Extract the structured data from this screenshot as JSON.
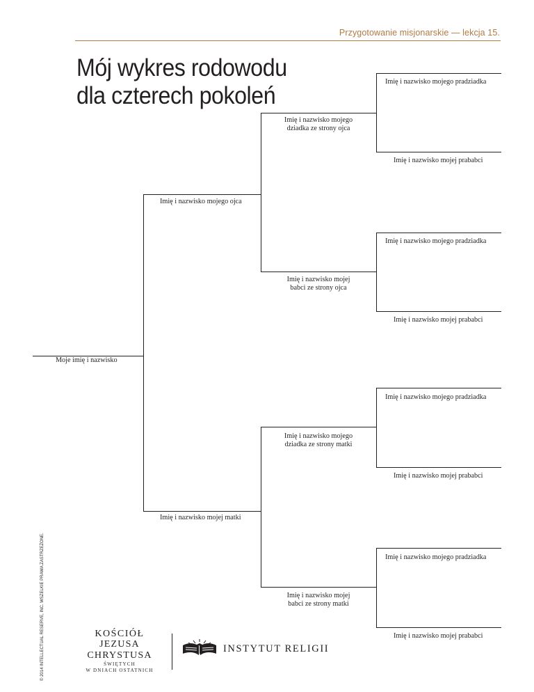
{
  "header": {
    "lesson": "Przygotowanie misjonarskie — lekcja 15."
  },
  "title": {
    "line1": "Mój wykres rodowodu",
    "line2": "dla czterech pokoleń"
  },
  "chart": {
    "self": "Moje imię i nazwisko",
    "father": "Imię i nazwisko mojego ojca",
    "mother": "Imię i nazwisko mojej matki",
    "paternal_grandfather": [
      "Imię i nazwisko mojego",
      "dziadka ze strony ojca"
    ],
    "paternal_grandmother": [
      "Imię i nazwisko mojej",
      "babci ze strony ojca"
    ],
    "maternal_grandfather": [
      "Imię i nazwisko mojego",
      "dziadka ze strony matki"
    ],
    "maternal_grandmother": [
      "Imię i nazwisko mojej",
      "babci ze strony matki"
    ],
    "great_grandparents": [
      "Imię i nazwisko mojego pradziadka",
      "Imię i nazwisko mojej prababci",
      "Imię i nazwisko mojego pradziadka",
      "Imię i nazwisko mojej prababci",
      "Imię i nazwisko mojego pradziadka",
      "Imię i nazwisko mojej prababci",
      "Imię i nazwisko mojego pradziadka",
      "Imię i nazwisko mojej prababci"
    ]
  },
  "footer": {
    "copyright": "© 2014 INTELLECTUAL RESERVE, INC. WSZELKIE PRAWA ZASTRZEŻONE.",
    "church_logo": {
      "line1": "KOŚCIÓŁ",
      "line2": "JEZUSA CHRYSTUSA",
      "line3": "ŚWIĘTYCH",
      "line4": "W DNIACH OSTATNICH"
    },
    "institute": "INSTYTUT RELIGII",
    "institute_icon": "open-book-sunrise-icon"
  }
}
